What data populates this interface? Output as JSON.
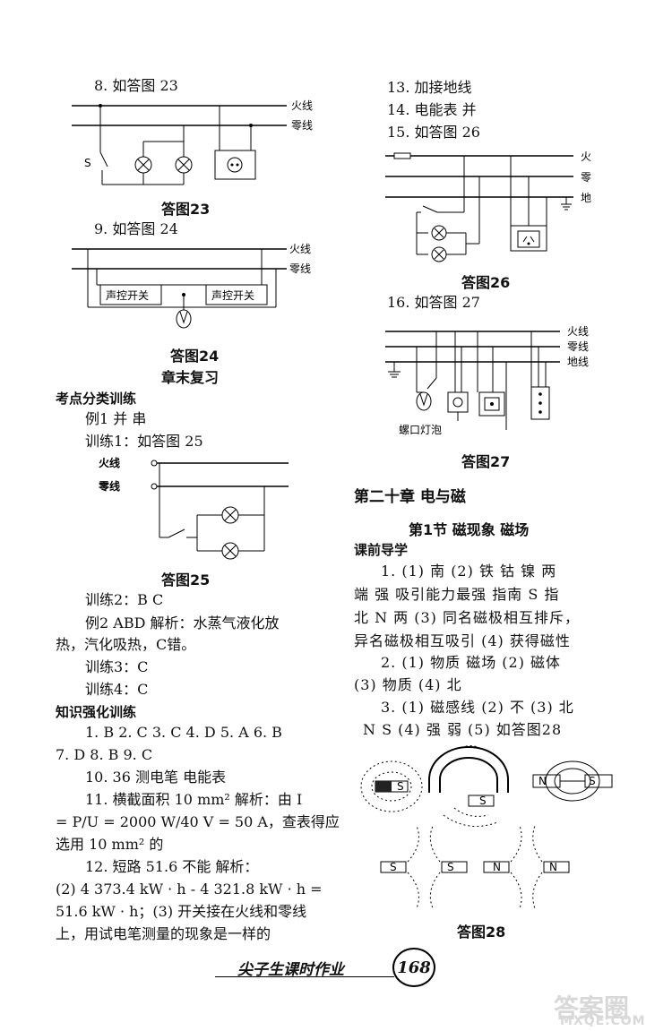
{
  "left": {
    "q8": "8.  如答图 23",
    "fig23": {
      "label_live": "火线",
      "label_neutral": "零线",
      "label_s": "S",
      "caption": "答图23"
    },
    "q9": "9.  如答图 24",
    "fig24": {
      "label_live": "火线",
      "label_neutral": "零线",
      "switch1": "声控开关",
      "switch2": "声控开关",
      "caption": "答图24"
    },
    "review_title": "章末复习",
    "sec1_title": "考点分类训练",
    "ex1": "例1  并   串",
    "train1": "训练1：如答图 25",
    "fig25": {
      "label_live": "火线",
      "label_neutral": "零线",
      "caption": "答图25"
    },
    "train2": "训练2：B   C",
    "ex2_l1": "例2   ABD   解析：水蒸气液化放",
    "ex2_l2": "热，汽化吸热，C错。",
    "train3": "训练3：C",
    "train4": "训练4：C",
    "sec2_title": "知识强化训练",
    "k_l1": "1. B   2. C   3. C   4. D   5. A   6. B",
    "k_l2": "7. D   8. B   9. C",
    "k_l3": "10.  36   测电笔   电能表",
    "k_l4": "11.  横截面积 10 mm²   解析：由 I",
    "k_l5": "= P/U = 2000 W/40 V = 50 A，查表得应",
    "k_l6": "选用 10 mm² 的",
    "k_l7": "12.  短路   51.6   不能   解析：",
    "k_l8": "(2) 4 373.4 kW · h - 4 321.8 kW · h =",
    "k_l9": "51.6 kW · h；(3) 开关接在火线和零线",
    "k_l10": "上，用试电笔测量的现象是一样的"
  },
  "right": {
    "q13": "13.  加接地线",
    "q14": "14.  电能表   并",
    "q15": "15.  如答图 26",
    "fig26": {
      "label_live": "火",
      "label_neutral": "零",
      "label_ground": "地",
      "caption": "答图26"
    },
    "q16": "16.  如答图 27",
    "fig27": {
      "label_live": "火线",
      "label_neutral": "零线",
      "label_ground": "地线",
      "bulb": "螺口灯泡",
      "caption": "答图27"
    },
    "chapter_title": "第二十章    电与磁",
    "section_title": "第1节   磁现象   磁场",
    "pre_title": "课前导学",
    "a1_l1": "1. (1) 南   (2) 铁  钴  镍  两",
    "a1_l2": "端  强   吸引能力最强   指南   S   指",
    "a1_l3": "北   N   两    (3) 同名磁极相互排斥，",
    "a1_l4": "异名磁极相互吸引    (4) 获得磁性",
    "a2_l1": "2. (1) 物质   磁场    (2) 磁体",
    "a2_l2": "(3) 物质    (4) 北",
    "a3_l1": "3. (1) 磁感线   (2) 不   (3) 北",
    "a3_l2": "N   S   (4) 强   弱    (5) 如答图28",
    "fig28": {
      "caption": "答图28",
      "pole_s": "S",
      "pole_n": "N"
    }
  },
  "footer": {
    "title": "尖子生课时作业",
    "page": "168",
    "watermark": "答案圈",
    "watermark_url": "MXQE.COM"
  }
}
